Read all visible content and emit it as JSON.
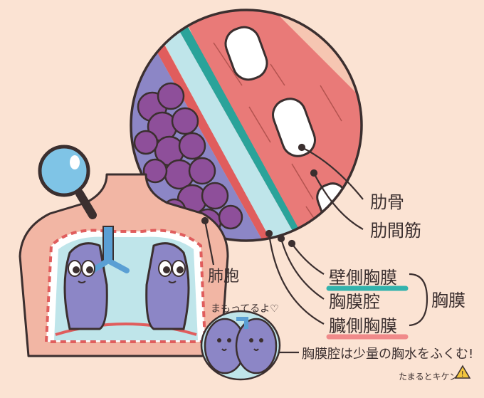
{
  "labels": {
    "rib": "肋骨",
    "intercostal": "肋間筋",
    "lung_alveoli": "肺胞",
    "parietal": "壁側胸膜",
    "cavity": "胸膜腔",
    "visceral": "臓側胸膜",
    "pleura": "胸膜",
    "protect": "まもってるよ♡",
    "note": "胸膜腔は少量の胸水をふくむ!",
    "warn": "たまるとキケン"
  },
  "colors": {
    "background": "#fbe3d3",
    "muscle": "#e97a78",
    "lung": "#8c86c6",
    "alveoli": "#8e4f9a",
    "pleural_cavity": "#bfe5ea",
    "membrane": "#2aa39a",
    "parietal_underline": "#33b3ad",
    "visceral_underline": "#f08a8a",
    "warning": "#f2c53d"
  }
}
